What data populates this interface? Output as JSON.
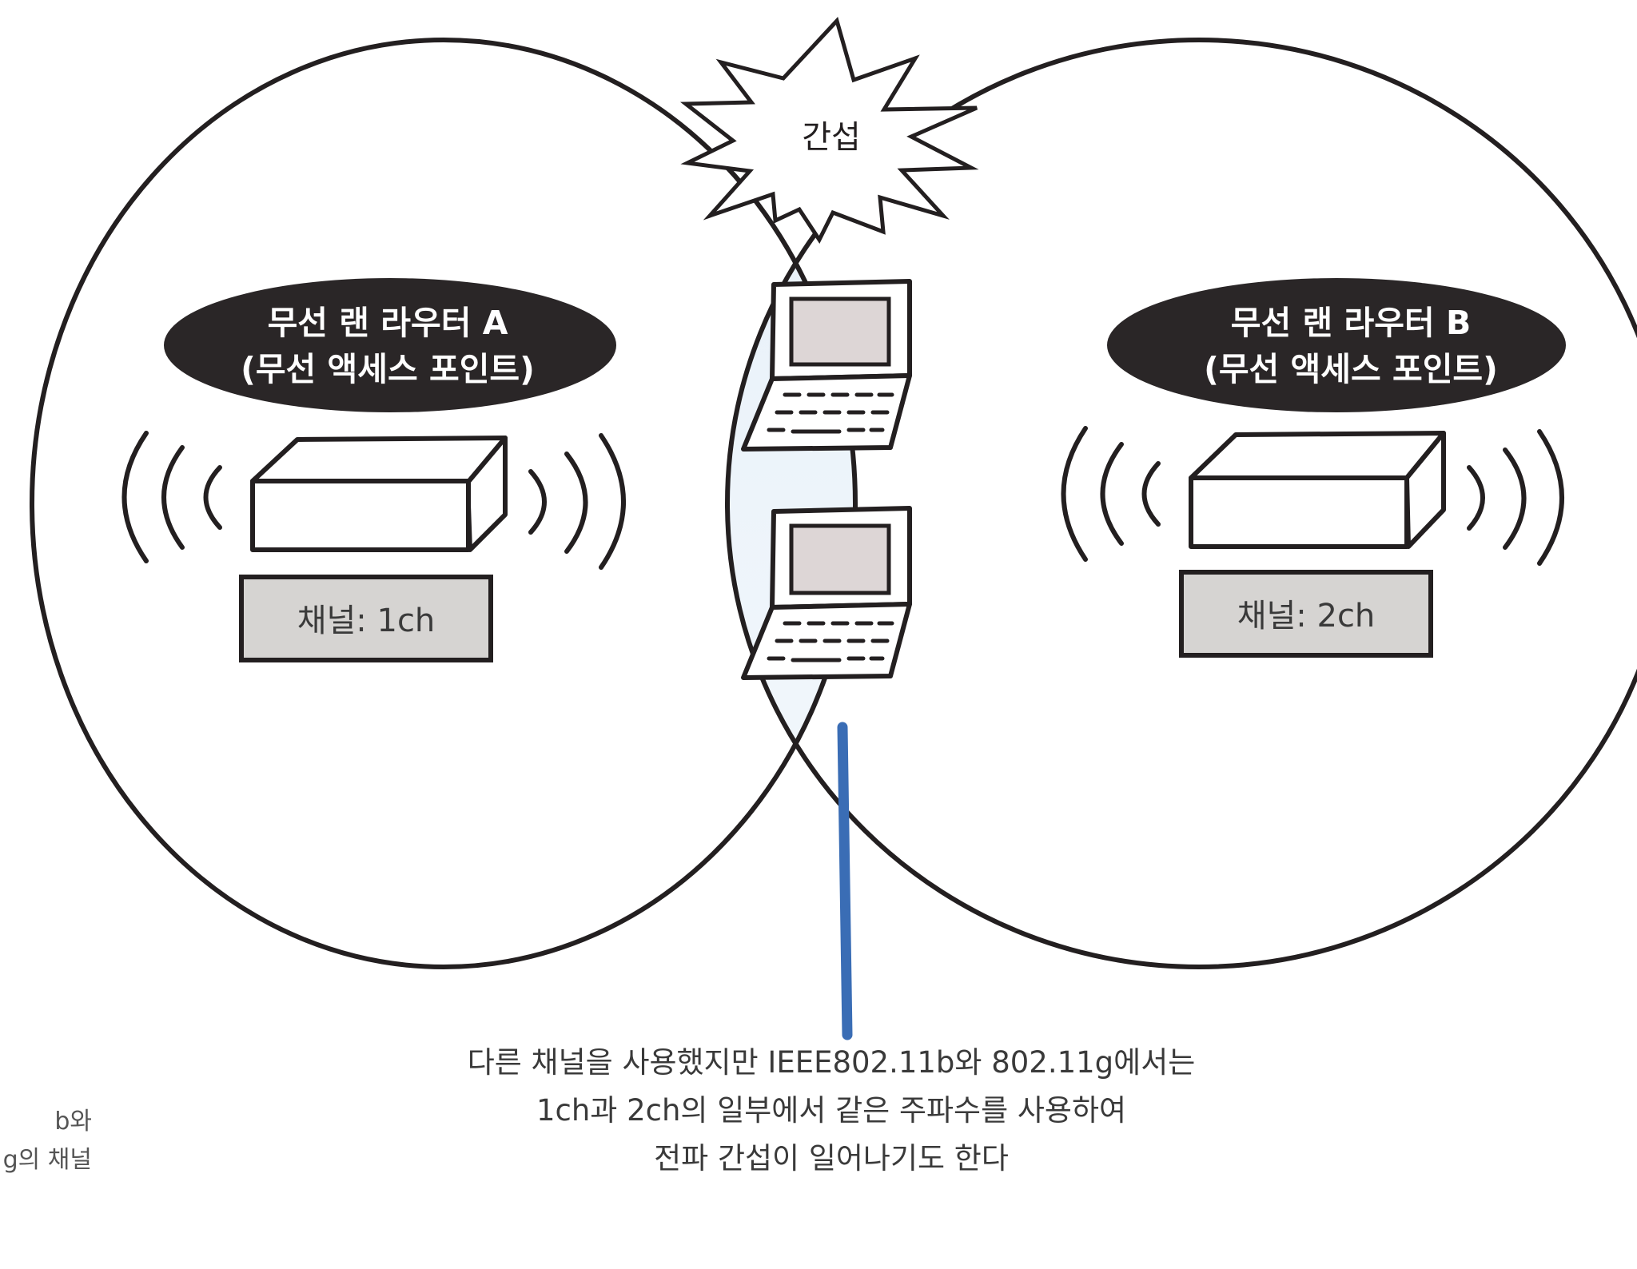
{
  "interference_label": "간섭",
  "router_a": {
    "title_line1": "무선 랜 라우터 A",
    "title_line2": "(무선 액세스 포인트)",
    "channel_label": "채널: 1ch"
  },
  "router_b": {
    "title_line1": "무선 랜 라우터 B",
    "title_line2": "(무선 액세스 포인트)",
    "channel_label": "채널: 2ch"
  },
  "caption": {
    "line1": "다른 채널을 사용했지만 IEEE802.11b와 802.11g에서는",
    "line2": "1ch과 2ch의 일부에서 같은 주파수를 사용하여",
    "line3": "전파 간섭이 일어나기도 한다"
  },
  "margin_note": {
    "line1": "b와",
    "line2": "g의 채널"
  },
  "colors": {
    "outline": "#231f20",
    "overlap_fill": "#dcebf7",
    "pill_fill": "#2a2627",
    "channel_box": "#d6d4d2",
    "screen_fill": "#ddd6d6",
    "pointer_line": "#3a6db5"
  },
  "icons": [
    "starburst-icon",
    "router-box-icon",
    "wifi-waves-icon",
    "laptop-icon"
  ]
}
